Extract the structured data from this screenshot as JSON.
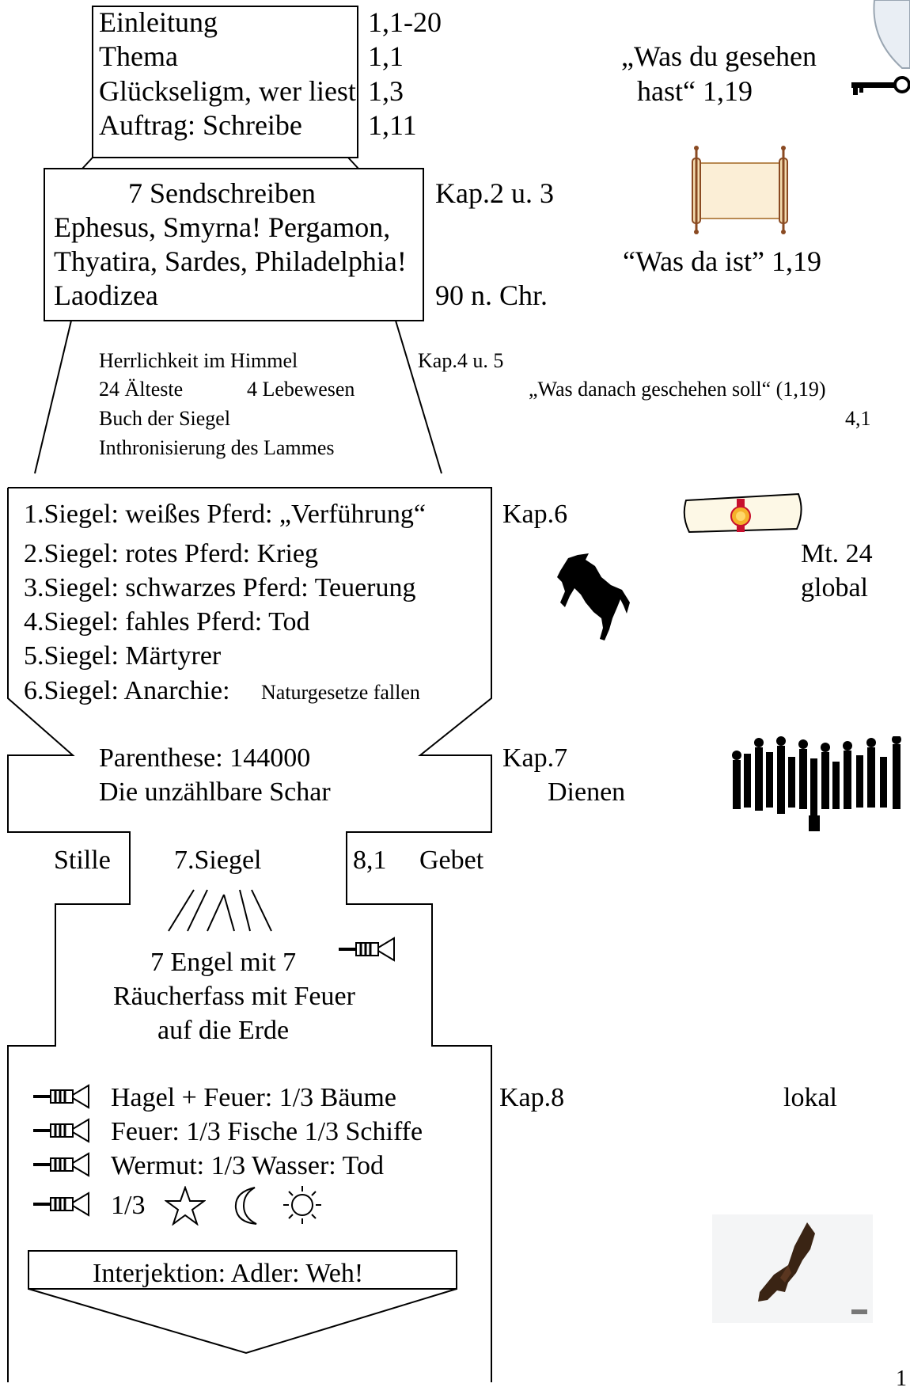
{
  "intro": {
    "rows": [
      {
        "label": "Einleitung",
        "ref": "1,1-20"
      },
      {
        "label": "Thema",
        "ref": "1,1"
      },
      {
        "label": "Glückseligm, wer liest",
        "ref": "1,3"
      },
      {
        "label": "Auftrag: Schreibe",
        "ref": "1,11"
      }
    ],
    "quote_line1": "„Was du gesehen",
    "quote_line2": "hast“ 1,19"
  },
  "letters": {
    "title": "7 Sendschreiben",
    "line1": "Ephesus, Smyrna! Pergamon,",
    "line2": "Thyatira, Sardes, Philadelphia!",
    "line3": "Laodizea",
    "chapter": "Kap.2 u. 3",
    "date": "90 n. Chr.",
    "quote": "“Was da ist”  1,19"
  },
  "heaven": {
    "line1": "Herrlichkeit im Himmel",
    "line2a": "24 Älteste",
    "line2b": "4 Lebewesen",
    "line3": "Buch der Siegel",
    "line4": "Inthronisierung des Lammes",
    "chapter": "Kap.4 u. 5",
    "quote": "„Was danach geschehen soll“  (1,19)",
    "ref": "4,1"
  },
  "seals": {
    "items": [
      "1.Siegel: weißes Pferd: „Verführung“",
      "2.Siegel: rotes Pferd: Krieg",
      "3.Siegel: schwarzes Pferd: Teuerung",
      "4.Siegel: fahles Pferd: Tod",
      "5.Siegel: Märtyrer"
    ],
    "item6": "6.Siegel: Anarchie:",
    "item6_small": "Naturgesetze fallen",
    "chapter": "Kap.6",
    "side1": "Mt. 24",
    "side2": "global"
  },
  "parenthesis": {
    "line1": "Parenthese: 144000",
    "line2": "Die unzählbare Schar",
    "chapter": "Kap.7",
    "note": "Dienen"
  },
  "seventh": {
    "left": "Stille",
    "center": "7.Siegel",
    "ref": "8,1",
    "right": "Gebet"
  },
  "angels": {
    "line1": "7 Engel mit 7",
    "line2": "Räucherfass mit Feuer",
    "line3": "auf die Erde"
  },
  "trumpets": {
    "items": [
      "Hagel + Feuer: 1/3 Bäume",
      "Feuer: 1/3 Fische 1/3 Schiffe",
      "Wermut: 1/3 Wasser: Tod"
    ],
    "item4": "1/3",
    "chapter": "Kap.8",
    "side": "lokal",
    "eagle": "Interjektion: Adler: Weh!"
  },
  "page_number": "1",
  "colors": {
    "line": "#000000",
    "scroll": "#fbeed6",
    "scroll_rod": "#8a4a22",
    "seal_red": "#c8102e",
    "seal_gold": "#f5b12a"
  },
  "icons": [
    "globe-icon",
    "key-icon",
    "scroll-icon",
    "sealed-scroll-icon",
    "horse-icon",
    "crowd-icon",
    "trumpet-icon",
    "star-icon",
    "moon-icon",
    "sun-icon",
    "eagle-icon"
  ]
}
